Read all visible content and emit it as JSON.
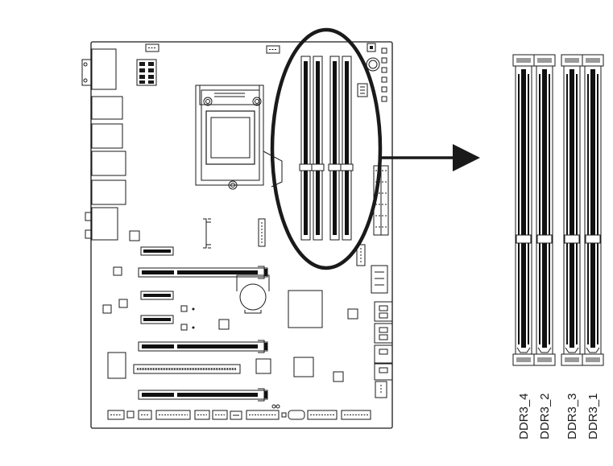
{
  "diagram": {
    "slot_labels": {
      "ddr3_4": "DDR3_4",
      "ddr3_2": "DDR3_2",
      "ddr3_3": "DDR3_3",
      "ddr3_1": "DDR3_1"
    },
    "colors": {
      "line": "#1a1a1a",
      "fill_dark": "#111111",
      "board_bg": "#ffffff",
      "slot_gray": "#9a9a9a"
    }
  }
}
